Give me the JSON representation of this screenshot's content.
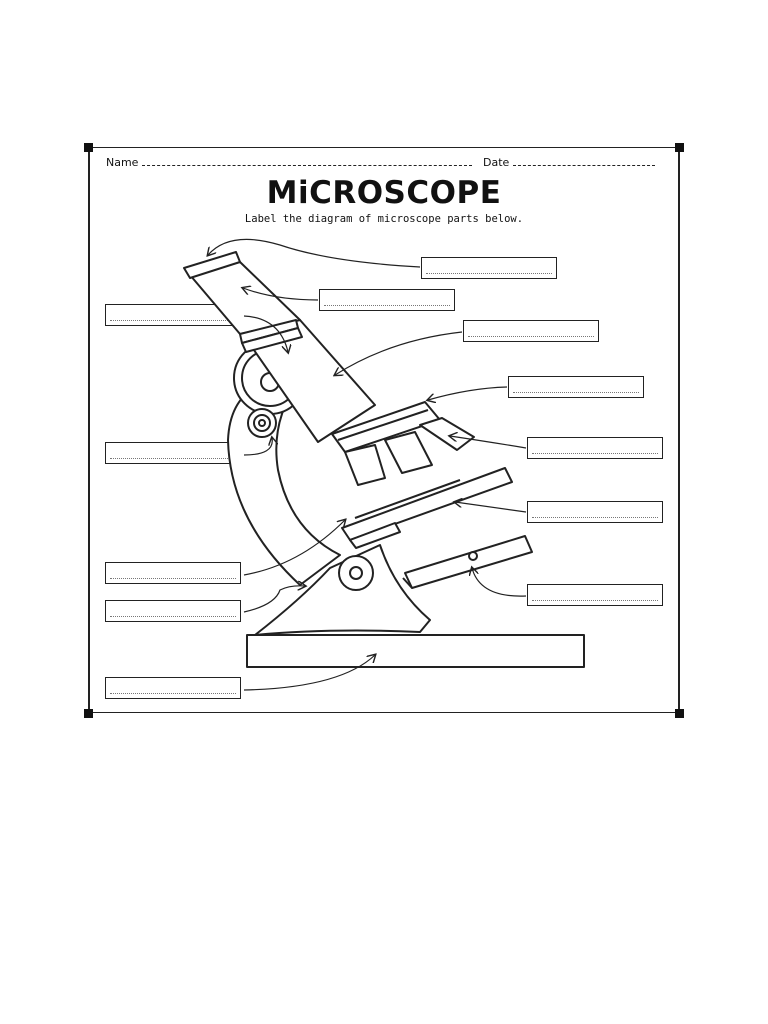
{
  "worksheet": {
    "name_label": "Name",
    "date_label": "Date",
    "title": "MiCROSCOPE",
    "subtitle": "Label the diagram of microscope parts below."
  }
}
